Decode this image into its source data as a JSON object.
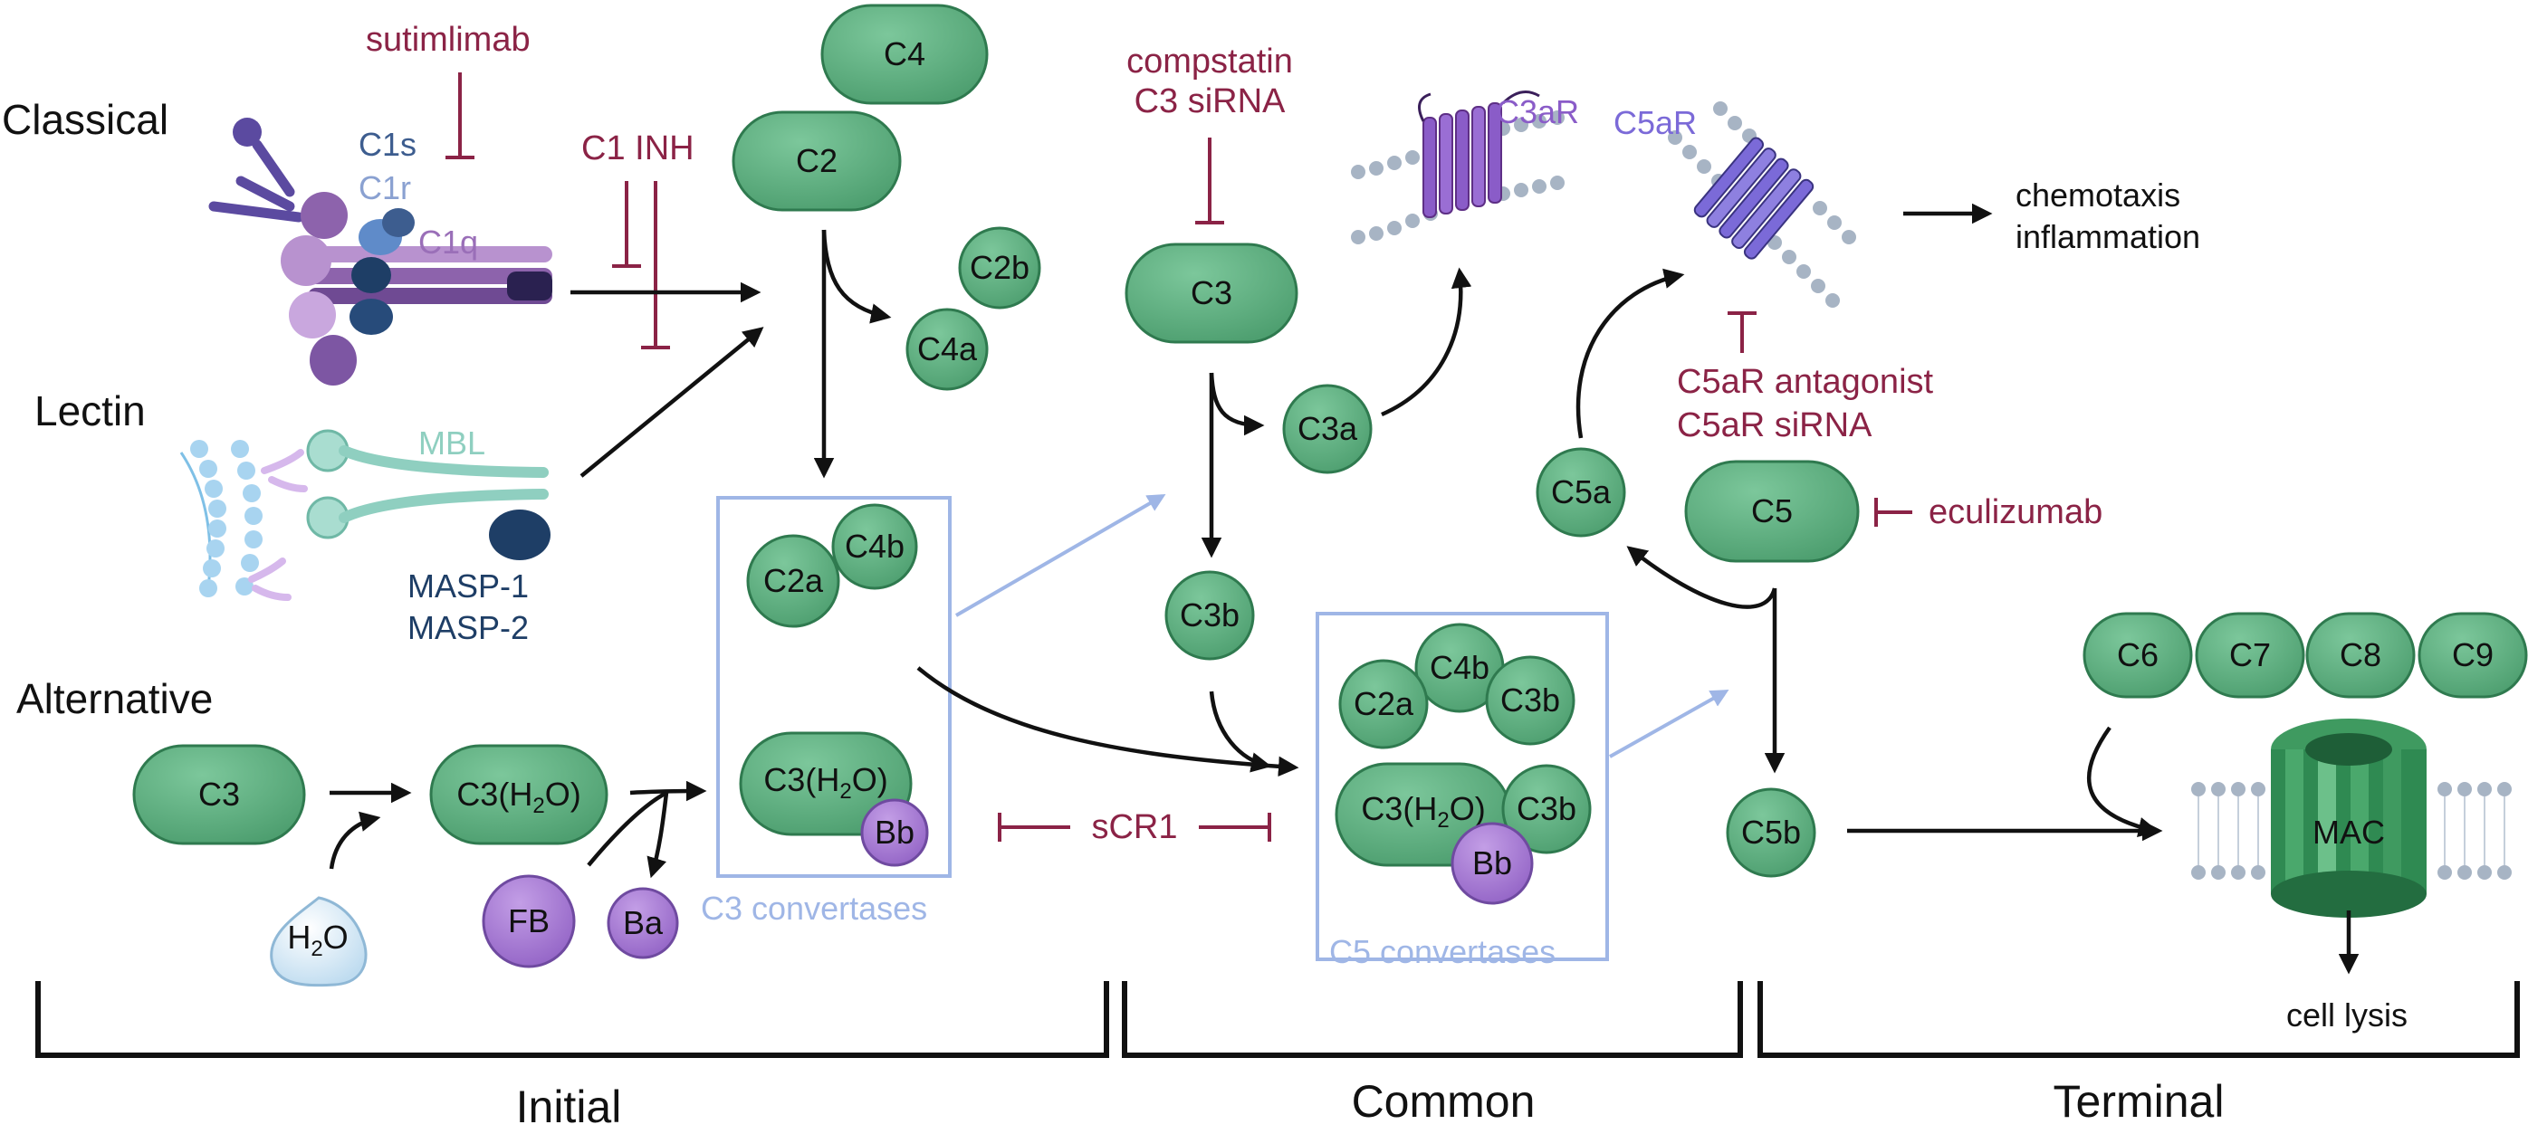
{
  "colors": {
    "protein_green": "#5aae7e",
    "protein_green_stroke": "#2f7a4f",
    "inhibitor_red": "#8b2346",
    "convertase_blue": "#9fb6e6",
    "c1s_blue": "#3d5d8f",
    "c1r_blue": "#8aa1d1",
    "c1q_purple": "#9a6fb8",
    "mbl_teal": "#8fcfc0",
    "masp_navy": "#1e3e66",
    "c3ar_purple": "#8a5cc8",
    "c5ar_purple": "#7b6ad8",
    "fb_purple": "#a377d0"
  },
  "pathways": {
    "classical": "Classical",
    "lectin": "Lectin",
    "alternative": "Alternative"
  },
  "classical_labels": {
    "c1s": "C1s",
    "c1r": "C1r",
    "c1q": "C1q"
  },
  "lectin_labels": {
    "mbl": "MBL",
    "masp1": "MASP-1",
    "masp2": "MASP-2"
  },
  "inhibitors": {
    "sutimlimab": "sutimlimab",
    "c1inh": "C1 INH",
    "compstatin": "compstatin",
    "c3sirna": "C3 siRNA",
    "c5ar_antagonist": "C5aR antagonist",
    "c5ar_sirna": "C5aR siRNA",
    "eculizumab": "eculizumab",
    "scr1": "sCR1"
  },
  "proteins": {
    "c4": "C4",
    "c2": "C2",
    "c2b": "C2b",
    "c4a": "C4a",
    "c3_main": "C3",
    "c3a": "C3a",
    "c3b": "C3b",
    "c5": "C5",
    "c5a": "C5a",
    "c5b": "C5b",
    "c3_alt": "C3",
    "c3h2o_prefix": "C3(H",
    "c3h2o_sub": "2",
    "c3h2o_suffix": "O)",
    "h2o_prefix": "H",
    "h2o_sub": "2",
    "h2o_suffix": "O",
    "fb": "FB",
    "ba": "Ba",
    "bb": "Bb",
    "c2a": "C2a",
    "c4b": "C4b",
    "c6": "C6",
    "c7": "C7",
    "c8": "C8",
    "c9": "C9",
    "mac": "MAC"
  },
  "receptors": {
    "c3ar": "C3aR",
    "c5ar": "C5aR"
  },
  "convertases": {
    "c3": "C3 convertases",
    "c5": "C5 convertases"
  },
  "outcomes": {
    "chemotaxis": "chemotaxis",
    "inflammation": "inflammation",
    "cell_lysis": "cell lysis"
  },
  "stages": {
    "initial": "Initial",
    "common": "Common",
    "terminal": "Terminal"
  }
}
